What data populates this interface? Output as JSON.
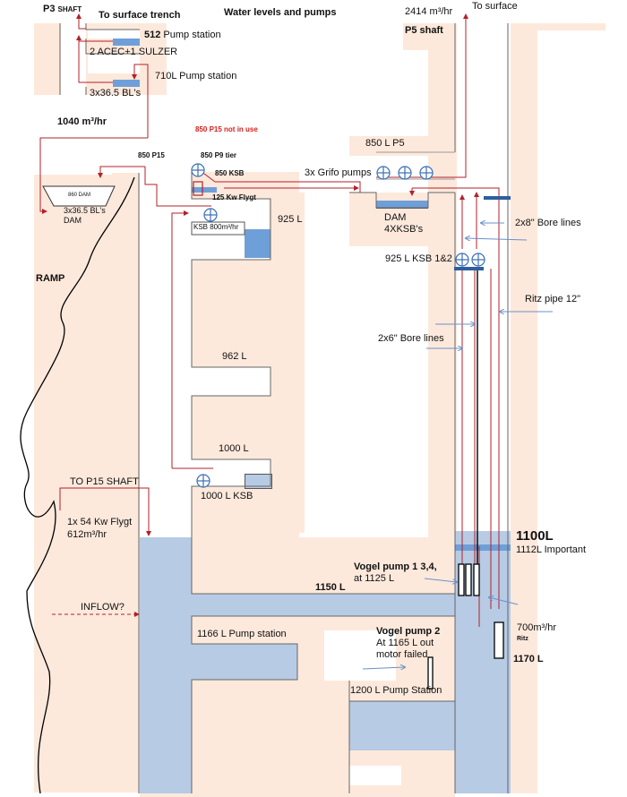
{
  "title": "Water levels and pumps",
  "labels": {
    "p3_shaft_a": "P3",
    "p3_shaft_b": "SHAFT",
    "to_surface_trench": "To surface trench",
    "ps512_num": "512",
    "ps512_text": " Pump station",
    "acec_sulzer": "2 ACEC+1 SULZER",
    "ps710": "710L Pump station",
    "bl_710": "3x36.5 BL's",
    "flow_2414": "2414 m³/hr",
    "to_surface": "To surface",
    "p5_shaft": "P5 shaft",
    "flow_1040": "1040 m³/hr",
    "p15_not_in_use": "850  P15 not in use",
    "p15_850": "850  P15",
    "p9_tier": "850  P9 tier",
    "ksb_850": "850  KSB",
    "flygt_125": "125 Kw Flygt",
    "dam_860": "860 DAM",
    "bl_dam_1": "3x36.5 BL's",
    "bl_dam_2": "DAM",
    "ksb_800": "KSB 800m³/hr",
    "l925": "925 L",
    "l850_p5": "850 L P5",
    "grifo": "3x Grifo pumps",
    "dam_4ksb_1": "DAM",
    "dam_4ksb_2": "4XKSB's",
    "bore_2x8": "2x8\" Bore lines",
    "ksb_925": "925 L KSB 1&2",
    "ramp": "RAMP",
    "ritz_pipe": "Ritz pipe 12\"",
    "bore_2x6": "2x6\" Bore lines",
    "l962": "962 L",
    "l1000": "1000 L",
    "ksb_1000": "1000 L KSB",
    "to_p15_shaft": "TO P15 SHAFT",
    "flygt_54_1": "1x 54 Kw Flygt",
    "flygt_54_2": "612m³/hr",
    "l1100": "1100L",
    "l1112": "1112L Important",
    "vogel_134_1": "Vogel pump 1 3,4,",
    "vogel_134_2": "at 1125 L",
    "l1150": "1150 L",
    "inflow": "INFLOW?",
    "flow_700": "700m³/hr",
    "ritz": "Ritz",
    "ps1166": "1166 L Pump station",
    "vogel2_1": "Vogel pump 2",
    "vogel2_2": "At 1165 L out",
    "vogel2_3": "motor failed",
    "l1170": "1170 L",
    "ps1200": "1200 L Pump Station"
  },
  "colors": {
    "rock": "#fde9dc",
    "water": "#b7cbe4",
    "water_dark": "#6f9fd8",
    "pipe": "#b3202a",
    "pump": "#3a6fb5",
    "wall": "#777777",
    "alert_text": "#d62020"
  }
}
